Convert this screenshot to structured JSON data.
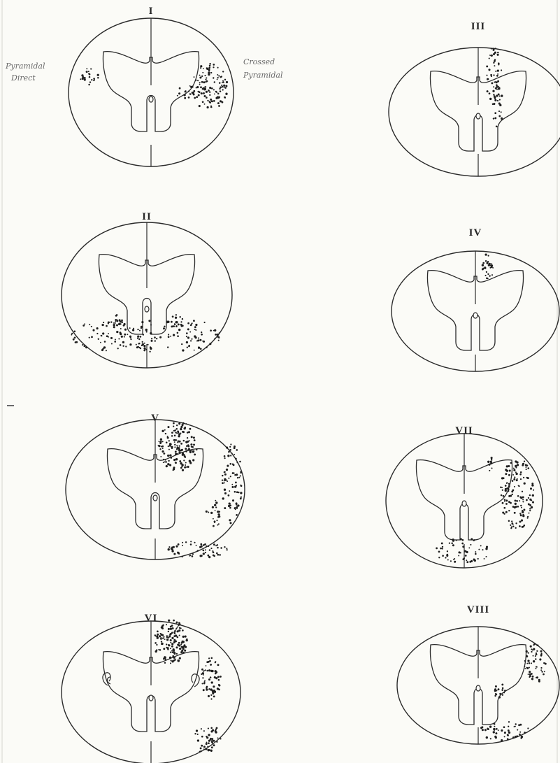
{
  "plate": {
    "sections": [
      {
        "id": "s1",
        "label": "I"
      },
      {
        "id": "s2",
        "label": "II"
      },
      {
        "id": "s3",
        "label": "III"
      },
      {
        "id": "s4",
        "label": "IV"
      },
      {
        "id": "s5",
        "label": "V"
      },
      {
        "id": "s6",
        "label": "VI"
      },
      {
        "id": "s7",
        "label": "VII"
      },
      {
        "id": "s8",
        "label": "VIII"
      }
    ],
    "annotations": {
      "left_line1": "Pyramidal",
      "left_line2": "Direct",
      "right_line1": "Crossed",
      "right_line2": "Pyramidal"
    }
  }
}
